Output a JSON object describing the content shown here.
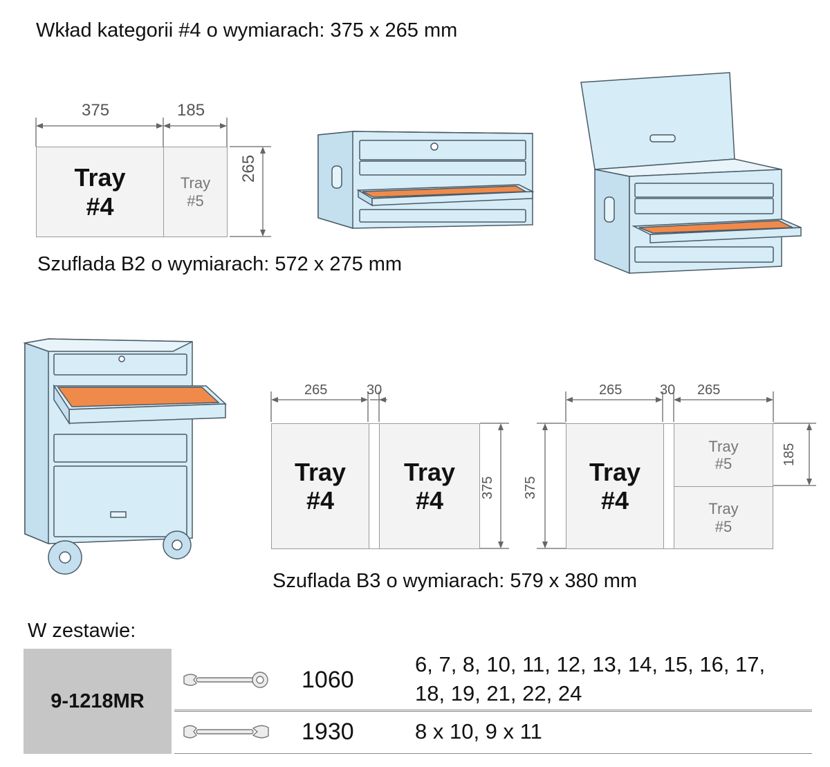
{
  "top_heading": "Wkład kategorii #4 o wymiarach: 375 x 265 mm",
  "b2": {
    "heading": "Szuflada B2 o wymiarach: 572 x 275 mm",
    "dim_width_1": "375",
    "dim_width_2": "185",
    "dim_height": "265",
    "tray_4_line1": "Tray",
    "tray_4_line2": "#4",
    "tray_5_line1": "Tray",
    "tray_5_line2": "#5"
  },
  "b3": {
    "heading": "Szuflada B3 o wymiarach: 579 x 380 mm",
    "layout_a": {
      "dim_w1": "265",
      "dim_gap": "30",
      "dim_h": "375",
      "tray_a_line1": "Tray",
      "tray_a_line2": "#4",
      "tray_b_line1": "Tray",
      "tray_b_line2": "#4"
    },
    "layout_b": {
      "dim_w1": "265",
      "dim_gap": "30",
      "dim_w2": "265",
      "dim_h_left": "375",
      "dim_h_right": "185",
      "tray_a_line1": "Tray",
      "tray_a_line2": "#4",
      "tray_b_line1": "Tray",
      "tray_b_line2": "#5",
      "tray_c_line1": "Tray",
      "tray_c_line2": "#5"
    }
  },
  "set": {
    "heading": "W zestawie:",
    "model": "9-1218MR",
    "rows": [
      {
        "icon": "combination-wrench-icon",
        "code": "1060",
        "sizes_line1": "6, 7, 8, 10, 11, 12, 13, 14, 15, 16, 17,",
        "sizes_line2": "18, 19, 21, 22, 24"
      },
      {
        "icon": "open-end-wrench-icon",
        "code": "1930",
        "sizes_line1": "8 x 10, 9 x 11",
        "sizes_line2": ""
      }
    ]
  },
  "colors": {
    "cabinet_fill": "#d6ecf7",
    "cabinet_stroke": "#4a5a66",
    "tray_insert": "#f08a4b",
    "model_cell": "#c6c6c6",
    "tray_fill": "#f3f3f3"
  }
}
